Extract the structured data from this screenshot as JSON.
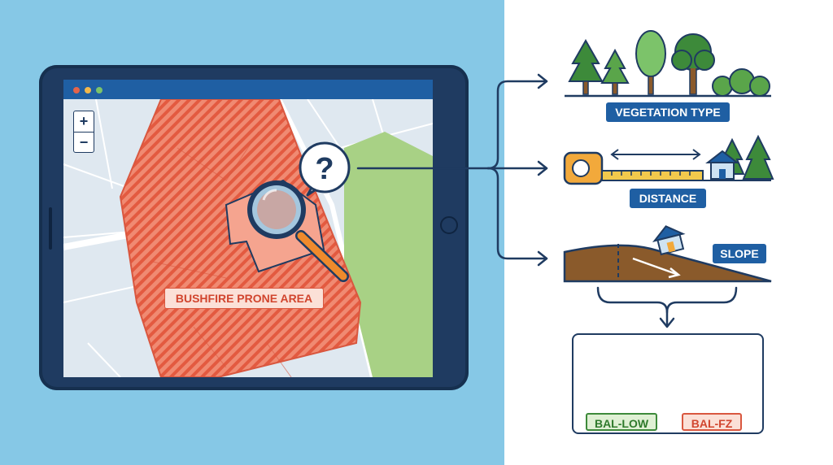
{
  "map": {
    "zoom_in": "+",
    "zoom_out": "−",
    "area_label": "BUSHFIRE PRONE AREA",
    "query_symbol": "?"
  },
  "factors": [
    {
      "label": "VEGETATION TYPE"
    },
    {
      "label": "DISTANCE"
    },
    {
      "label": "SLOPE"
    }
  ],
  "results": [
    {
      "label": "BAL-LOW"
    },
    {
      "label": "BAL-FZ"
    }
  ],
  "colors": {
    "background_left": "#86c8e6",
    "tablet": "#1f3b61",
    "hazard": "#e4644b",
    "green_zone": "#a8d185",
    "label_blue": "#1f5fa3",
    "safe_green": "#3d8a3a",
    "danger_red": "#d9573f"
  }
}
